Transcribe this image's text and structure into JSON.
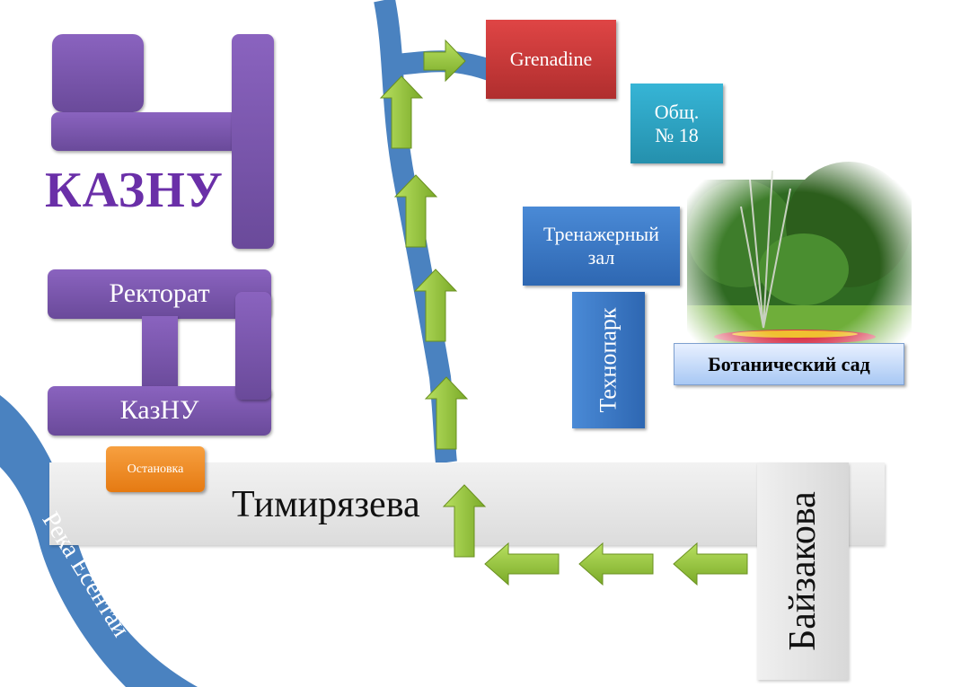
{
  "campus": {
    "title": "КАЗНУ",
    "rectorate": "Ректорат",
    "kaznu": "КазНУ",
    "bus_stop": "Остановка"
  },
  "streets": {
    "timiryazeva": "Тимирязева",
    "baizakova": "Байзакова",
    "river": "Река Есентай"
  },
  "buildings": {
    "grenadine": "Grenadine",
    "dorm_line1": "Общ.",
    "dorm_line2": "№ 18",
    "gym_line1": "Тренажерный",
    "gym_line2": "зал",
    "technopark": "Технопарк",
    "botanical_garden": "Ботанический сад"
  },
  "colors": {
    "purple": "#7a55ad",
    "red": "#c83a3a",
    "teal": "#2ba3c4",
    "blue": "#3a78c4",
    "orange": "#f08a24",
    "arrow": "#9acd3c",
    "river": "#4a82c0"
  }
}
